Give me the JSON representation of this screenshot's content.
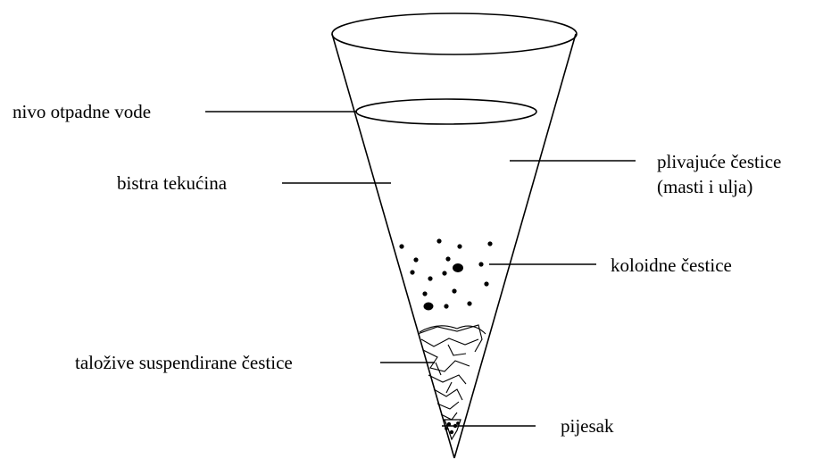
{
  "labels": {
    "wastewater_level": "nivo otpadne vode",
    "clear_liquid": "bistra tekućina",
    "floating_particles_line1": "plivajuće čestice",
    "floating_particles_line2": "(masti i ulja)",
    "colloidal_particles": "koloidne čestice",
    "settleable_solids": "taložive suspendirane čestice",
    "sand": "pijesak"
  },
  "colors": {
    "ink": "#000000",
    "background": "#ffffff"
  }
}
